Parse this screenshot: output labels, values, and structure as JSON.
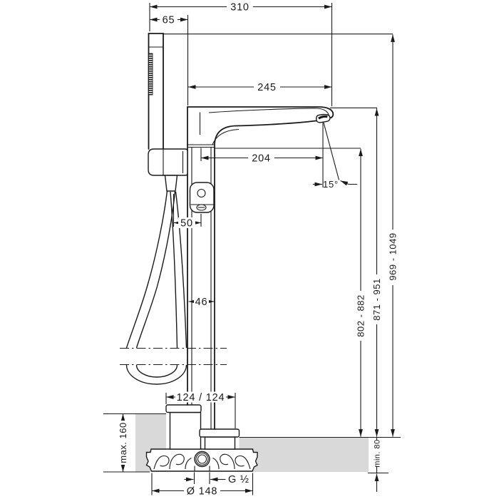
{
  "drawing": {
    "type": "technical-installation-diagram",
    "product": "floor-standing bath mixer with hand shower",
    "dims": {
      "total_width": "310",
      "handshower_width": "65",
      "spout_reach": "245",
      "spout_projection": "204",
      "spout_angle": "15°",
      "hose_offset": "50",
      "riser_width": "46",
      "base_offset": "124 / 124",
      "height_outlet": "802 - 882",
      "height_spout": "871 - 951",
      "height_total": "969 - 1049",
      "floor_buildup_max": "max. 160",
      "floor_buildup_min": "min. 80",
      "thread": "G ½",
      "base_diameter": "Ø 148"
    },
    "colors": {
      "line": "#1a1a1a",
      "floor_fill": "#d9d9d9"
    }
  }
}
